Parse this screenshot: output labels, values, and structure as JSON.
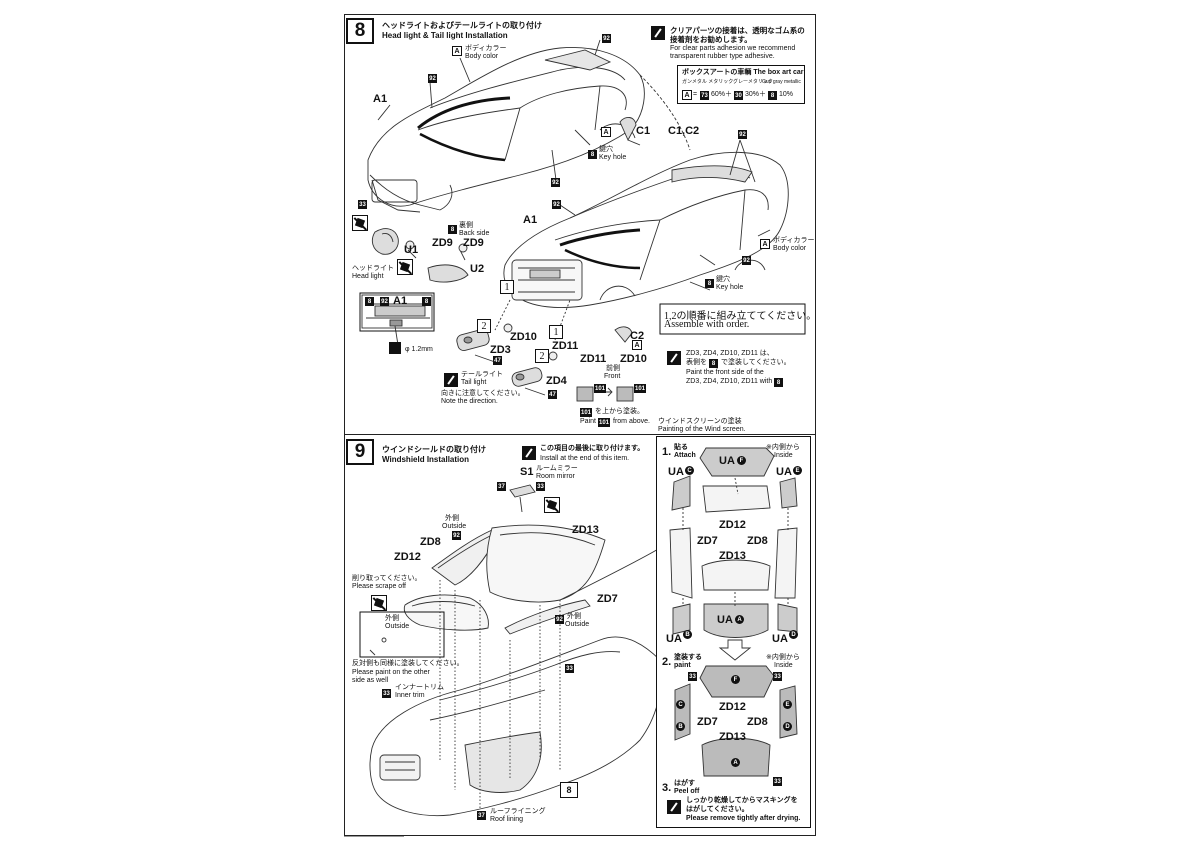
{
  "step8": {
    "number": "8",
    "title_jp": "ヘッドライトおよびテールライトの取り付け",
    "title_en": "Head light & Tail light Installation",
    "clear_note_jp_1": "クリアパーツの接着は、透明なゴム系の",
    "clear_note_jp_2": "接着剤をお勧めします。",
    "clear_note_en_1": "For clear parts adhesion we recommend",
    "clear_note_en_2": "transparent rubber type adhesive.",
    "boxart_title": "ボックスアートの車輌 The box art car",
    "boxart_color_jp": "ガンメタル メタリックグレーメタリック",
    "boxart_color_en": "Gun gray metallic",
    "boxart_formula": "=",
    "boxart_c1": "73",
    "boxart_p1": "60%＋",
    "boxart_c2": "30",
    "boxart_p2": "30%＋",
    "boxart_c3": "8",
    "boxart_p3": "10%",
    "body_color_jp": "ボディカラー",
    "body_color_en": "Body color",
    "code_a": "A",
    "code_92": "92",
    "code_33": "33",
    "code_8": "8",
    "code_47": "47",
    "key_hole_jp": "鍵穴",
    "key_hole_en": "Key hole",
    "back_side_jp": "裏側",
    "back_side_en": "Back side",
    "headlight_jp": "ヘッドライト",
    "headlight_en": "Head light",
    "taillight_jp": "テールライト",
    "taillight_en": "Tail light",
    "direction_jp": "向きに注意してください。",
    "direction_en": "Note the direction.",
    "order_jp": "1,2の順番に組み立ててください。",
    "order_en": "Assemble with order.",
    "paint_note_1": "ZD3, ZD4, ZD10, ZD11 は、",
    "paint_note_2": "表側を",
    "paint_note_3": "で塗装してください。",
    "paint_note_4": "Paint the front side of the",
    "paint_note_5": "ZD3, ZD4, ZD10, ZD11 with",
    "front_jp": "前側",
    "front_en": "Front",
    "paint_above_jp": "を上から塗装。",
    "paint_above_en_1": "Paint",
    "paint_above_en_2": "from above.",
    "code_101": "101",
    "drill": "φ 1.2mm",
    "labels": {
      "a1": "A1",
      "a1b": "A1",
      "a1c": "A1",
      "c1": "C1",
      "c1c2": "C1,C2",
      "c2": "C2",
      "u1": "U1",
      "u2": "U2",
      "zd9a": "ZD9",
      "zd9b": "ZD9",
      "zd10": "ZD10",
      "zd3": "ZD3",
      "zd11": "ZD11",
      "zd4": "ZD4",
      "zd11b": "ZD11",
      "zd10b": "ZD10",
      "n1": "1",
      "n2": "2",
      "n1b": "1",
      "n2b": "2"
    }
  },
  "step9": {
    "number": "9",
    "title_jp": "ウインドシールドの取り付け",
    "title_en": "Windshield Installation",
    "last_jp": "この項目の最後に取り付けます。",
    "last_en": "Install at the end of this item.",
    "s1": "S1",
    "mirror_jp": "ルームミラー",
    "mirror_en": "Room mirror",
    "code_37": "37",
    "code_33": "33",
    "code_92": "92",
    "outside_jp": "外側",
    "outside_en": "Outside",
    "scrape_jp": "削り取ってください。",
    "scrape_en": "Please scrape off",
    "paint_other_jp": "反対側も同様に塗装してください。",
    "paint_other_en_1": "Please paint on the other",
    "paint_other_en_2": "side as well",
    "inner_trim_jp": "インナートリム",
    "inner_trim_en": "Inner trim",
    "roof_lining_jp": "ルーフライニング",
    "roof_lining_en": "Roof lining",
    "page_ref": "8",
    "labels": {
      "zd8": "ZD8",
      "zd12": "ZD12",
      "zd13": "ZD13",
      "zd7": "ZD7"
    }
  },
  "ws_panel": {
    "title_jp": "ウインドスクリーンの塗装",
    "title_en": "Painting of the Wind screen.",
    "attach_num": "1.",
    "attach_jp": "貼る",
    "attach_en": "Attach",
    "inside_jp": "※内側から",
    "inside_en": "Inside",
    "ua": "UA",
    "e": "E",
    "c": "C",
    "b": "B",
    "d": "D",
    "f": "F",
    "a": "A",
    "zd12": "ZD12",
    "zd7": "ZD7",
    "zd8": "ZD8",
    "zd13": "ZD13",
    "zd12b": "ZD12",
    "zd7b": "ZD7",
    "zd8b": "ZD8",
    "zd13b": "ZD13",
    "paint_num": "2.",
    "paint_jp": "塗装する",
    "paint_en": "paint",
    "inside2_jp": "※内側から",
    "inside2_en": "Inside",
    "code_33": "33",
    "peel_num": "3.",
    "peel_jp": "はがす",
    "peel_en": "Peel off",
    "dry_jp_1": "しっかり乾燥してからマスキングを",
    "dry_jp_2": "はがしてください。",
    "dry_en": "Please remove tightly after drying."
  }
}
